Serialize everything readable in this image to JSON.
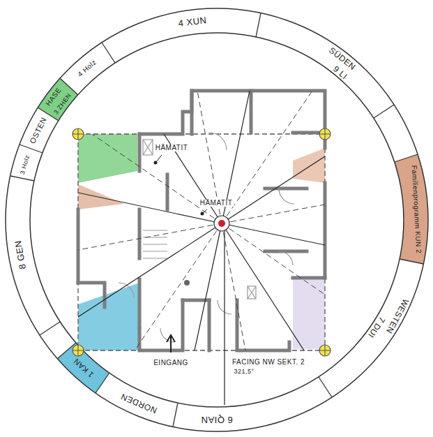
{
  "diagram": {
    "labels": [
      "4 XUN",
      "SÜDEN",
      "9 LI",
      "Familienprogramm KUN 2",
      "WESTEN",
      "7 DUI",
      "6 QIAN",
      "1 KAN",
      "NORDEN",
      "8 GEN",
      "3 Holz",
      "OSTEN",
      "HASE",
      "3 ZHEN",
      "4 Holz",
      "HÄMATIT",
      "HÄMATIT",
      "EINGANG",
      "FACING NW SEKT. 2",
      "321,5°"
    ]
  }
}
